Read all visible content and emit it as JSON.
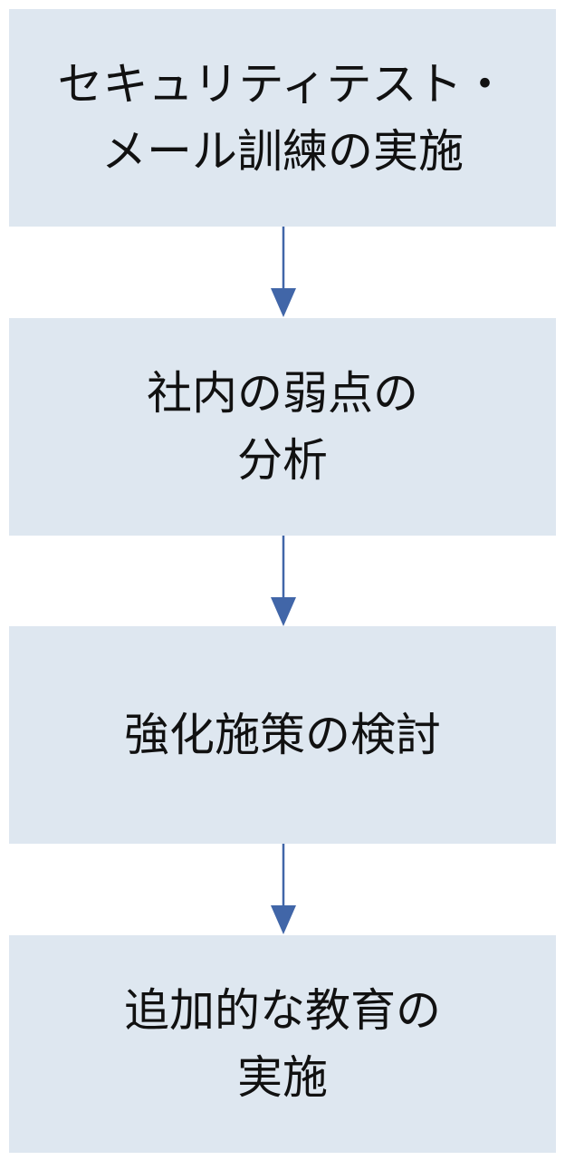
{
  "steps": [
    {
      "lines": [
        "セキュリティテスト・",
        "メール訓練の実施"
      ]
    },
    {
      "lines": [
        "社内の弱点の",
        "分析"
      ]
    },
    {
      "lines": [
        "強化施策の検討"
      ]
    },
    {
      "lines": [
        "追加的な教育の",
        "実施"
      ]
    }
  ],
  "colors": {
    "box_fill": "#dee7f0",
    "arrow": "#4166a8",
    "text": "#111111"
  }
}
